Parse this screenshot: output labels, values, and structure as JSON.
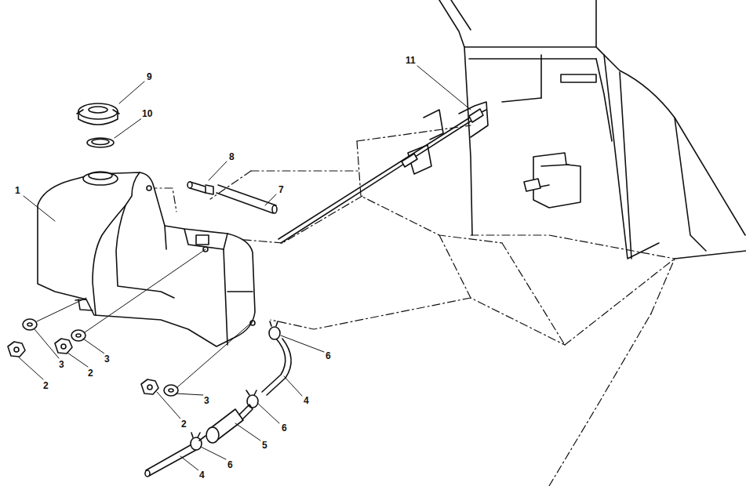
{
  "diagram": {
    "labels": [
      "9",
      "10",
      "1",
      "8",
      "7",
      "11",
      "2",
      "3",
      "2",
      "3",
      "6",
      "4",
      "3",
      "2",
      "5",
      "6",
      "6",
      "4"
    ]
  }
}
